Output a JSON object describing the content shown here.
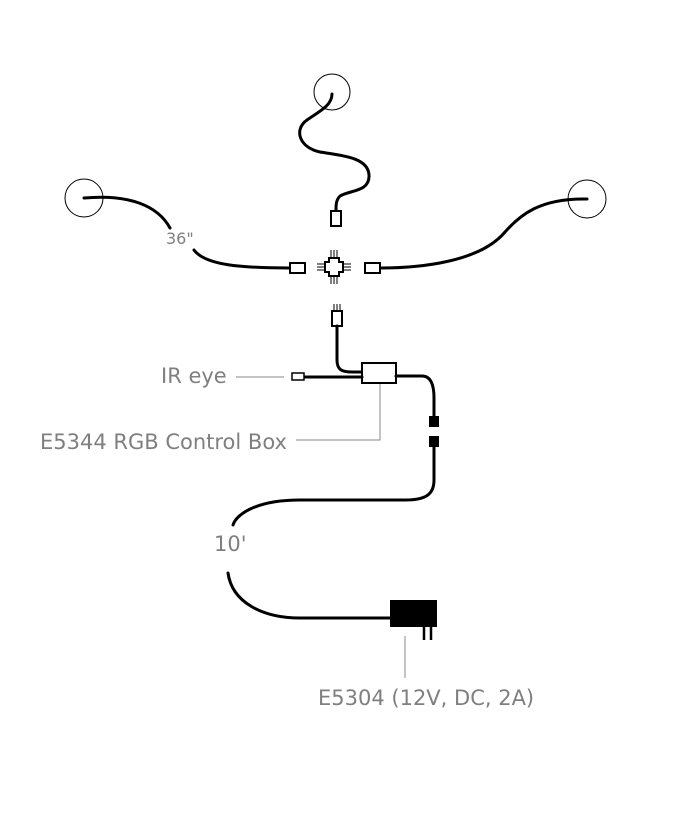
{
  "labels": {
    "cable_short": "36\"",
    "ir_eye": "IR eye",
    "control_box": "E5344 RGB Control Box",
    "cable_long": "10'",
    "power_supply": "E5304 (12V, DC, 2A)"
  },
  "colors": {
    "wire": "#000000",
    "label_text": "#7f7f7f",
    "leader_line": "#8a8a8a",
    "background": "#ffffff"
  }
}
